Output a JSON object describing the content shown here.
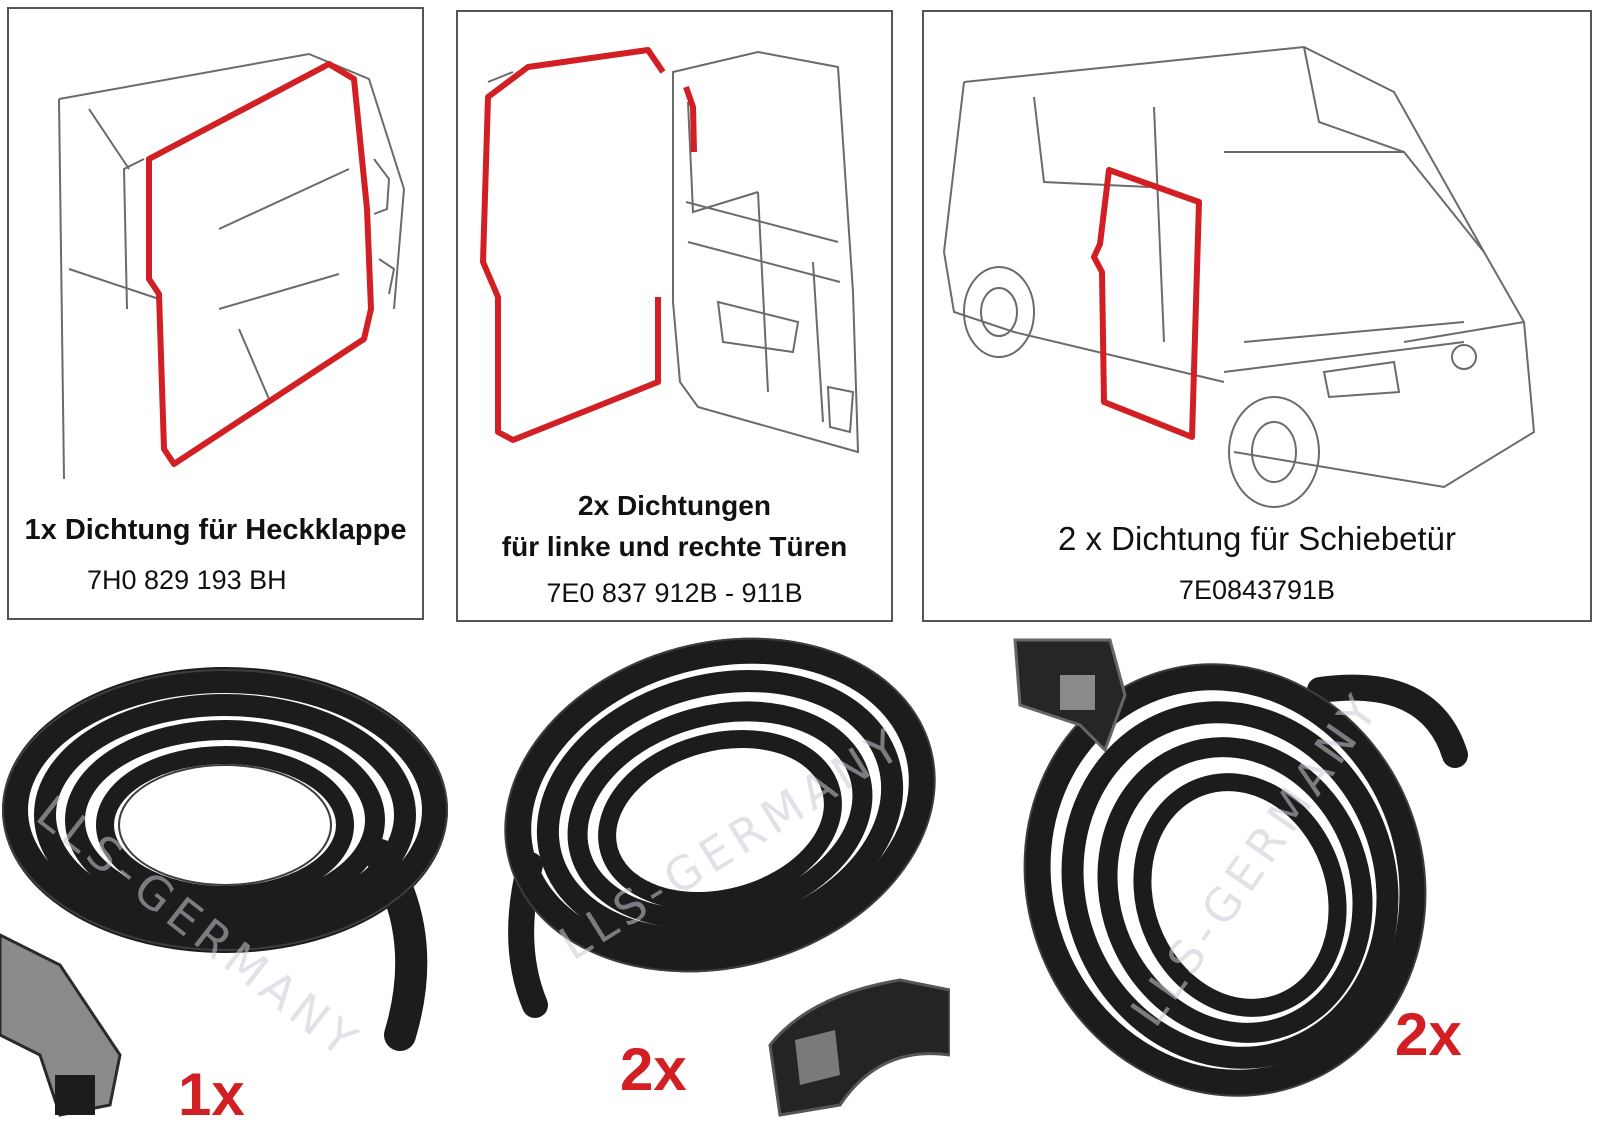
{
  "panels": [
    {
      "caption_line1": "1x Dichtung für Heckklappe",
      "part_number": "7H0 829 193 BH"
    },
    {
      "caption_line1": "2x Dichtungen",
      "caption_line2": "für linke und rechte Türen",
      "part_number": "7E0 837 912B - 911B"
    },
    {
      "caption_line1": "2 x Dichtung für Schiebetür",
      "part_number": "7E0843791B"
    }
  ],
  "photos": [
    {
      "quantity": "1x",
      "watermark": "LLS-GERMANY"
    },
    {
      "quantity": "2x",
      "watermark": "LLS-GERMANY"
    },
    {
      "quantity": "2x",
      "watermark": "LLS-GERMANY"
    }
  ],
  "colors": {
    "seal_highlight": "#d11f24",
    "line_art": "#6b6b6b",
    "rubber": "#1c1c1c"
  }
}
